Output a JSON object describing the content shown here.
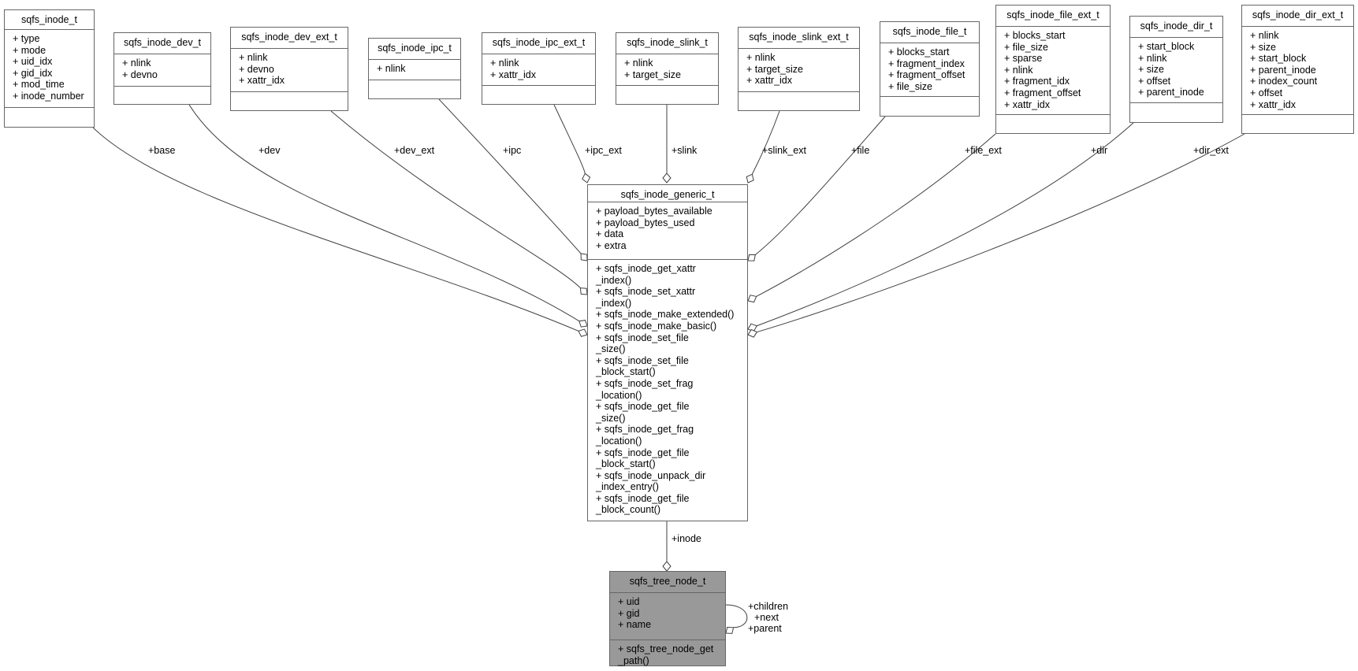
{
  "classes": {
    "inode_t": {
      "name": "sqfs_inode_t",
      "attributes": [
        "+ type",
        "+ mode",
        "+ uid_idx",
        "+ gid_idx",
        "+ mod_time",
        "+ inode_number"
      ],
      "operations": []
    },
    "dev_t": {
      "name": "sqfs_inode_dev_t",
      "attributes": [
        "+ nlink",
        "+ devno"
      ],
      "operations": []
    },
    "dev_ext_t": {
      "name": "sqfs_inode_dev_ext_t",
      "attributes": [
        "+ nlink",
        "+ devno",
        "+ xattr_idx"
      ],
      "operations": []
    },
    "ipc_t": {
      "name": "sqfs_inode_ipc_t",
      "attributes": [
        "+ nlink"
      ],
      "operations": []
    },
    "ipc_ext_t": {
      "name": "sqfs_inode_ipc_ext_t",
      "attributes": [
        "+ nlink",
        "+ xattr_idx"
      ],
      "operations": []
    },
    "slink_t": {
      "name": "sqfs_inode_slink_t",
      "attributes": [
        "+ nlink",
        "+ target_size"
      ],
      "operations": []
    },
    "slink_ext_t": {
      "name": "sqfs_inode_slink_ext_t",
      "attributes": [
        "+ nlink",
        "+ target_size",
        "+ xattr_idx"
      ],
      "operations": []
    },
    "file_t": {
      "name": "sqfs_inode_file_t",
      "attributes": [
        "+ blocks_start",
        "+ fragment_index",
        "+ fragment_offset",
        "+ file_size"
      ],
      "operations": []
    },
    "file_ext_t": {
      "name": "sqfs_inode_file_ext_t",
      "attributes": [
        "+ blocks_start",
        "+ file_size",
        "+ sparse",
        "+ nlink",
        "+ fragment_idx",
        "+ fragment_offset",
        "+ xattr_idx"
      ],
      "operations": []
    },
    "dir_t": {
      "name": "sqfs_inode_dir_t",
      "attributes": [
        "+ start_block",
        "+ nlink",
        "+ size",
        "+ offset",
        "+ parent_inode"
      ],
      "operations": []
    },
    "dir_ext_t": {
      "name": "sqfs_inode_dir_ext_t",
      "attributes": [
        "+ nlink",
        "+ size",
        "+ start_block",
        "+ parent_inode",
        "+ inodex_count",
        "+ offset",
        "+ xattr_idx"
      ],
      "operations": []
    },
    "generic_t": {
      "name": "sqfs_inode_generic_t",
      "attributes": [
        "+ payload_bytes_available",
        "+ payload_bytes_used",
        "+ data",
        "+ extra"
      ],
      "operations": [
        "+ sqfs_inode_get_xattr",
        "_index()",
        "+ sqfs_inode_set_xattr",
        "_index()",
        "+ sqfs_inode_make_extended()",
        "+ sqfs_inode_make_basic()",
        "+ sqfs_inode_set_file",
        "_size()",
        "+ sqfs_inode_set_file",
        "_block_start()",
        "+ sqfs_inode_set_frag",
        "_location()",
        "+ sqfs_inode_get_file",
        "_size()",
        "+ sqfs_inode_get_frag",
        "_location()",
        "+ sqfs_inode_get_file",
        "_block_start()",
        "+ sqfs_inode_unpack_dir",
        "_index_entry()",
        "+ sqfs_inode_get_file",
        "_block_count()"
      ]
    },
    "tree_node_t": {
      "name": "sqfs_tree_node_t",
      "attributes": [
        "+ uid",
        "+ gid",
        "+ name"
      ],
      "operations": [
        "+ sqfs_tree_node_get",
        "_path()"
      ]
    }
  },
  "edge_labels": {
    "base": "+base",
    "dev": "+dev",
    "dev_ext": "+dev_ext",
    "ipc": "+ipc",
    "ipc_ext": "+ipc_ext",
    "slink": "+slink",
    "slink_ext": "+slink_ext",
    "file": "+file",
    "file_ext": "+file_ext",
    "dir": "+dir",
    "dir_ext": "+dir_ext",
    "inode": "+inode",
    "self": [
      "+children",
      "+next",
      "+parent"
    ]
  },
  "colors": {
    "edge": "#404040",
    "highlight_fill": "#999999",
    "border": "#666666"
  }
}
